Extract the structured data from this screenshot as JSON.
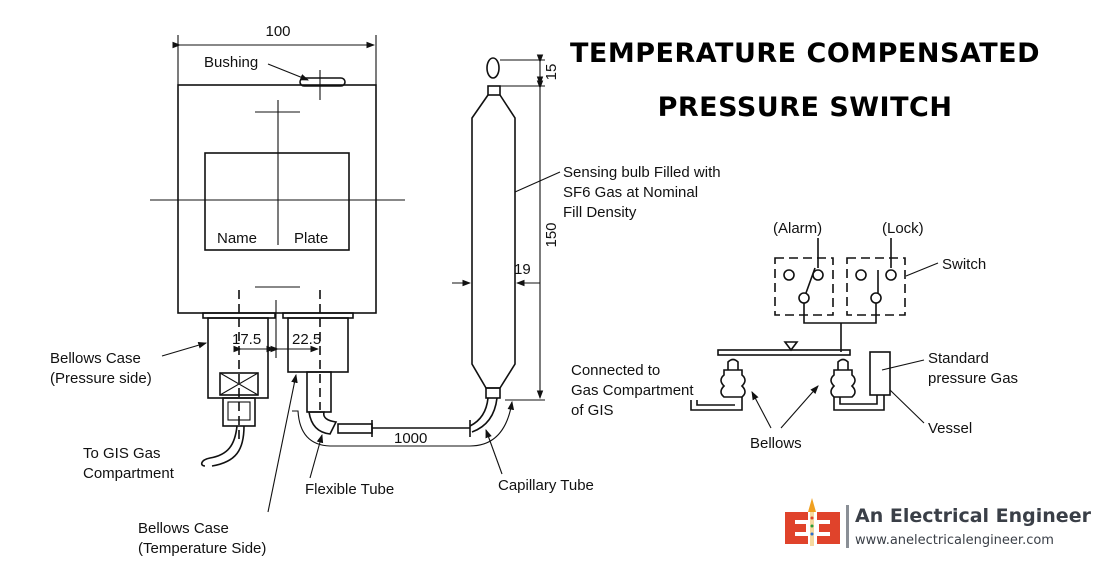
{
  "title": {
    "line1": "TEMPERATURE COMPENSATED",
    "line2": "PRESSURE SWITCH"
  },
  "dimensions": {
    "width": "100",
    "left_offset": "17.5",
    "right_offset": "22.5",
    "tube_length": "1000",
    "bulb_top": "15",
    "bulb_length": "150",
    "bulb_diameter": "19"
  },
  "labels": {
    "bushing": "Bushing",
    "name": "Name",
    "plate": "Plate",
    "bellows_case_pressure_1": "Bellows Case",
    "bellows_case_pressure_2": "(Pressure side)",
    "to_gis_1": "To GIS Gas",
    "to_gis_2": "Compartment",
    "flexible_tube": "Flexible Tube",
    "capillary_tube": "Capillary Tube",
    "bellows_case_temp_1": "Bellows Case",
    "bellows_case_temp_2": "(Temperature Side)",
    "sensing_1": "Sensing bulb Filled with",
    "sensing_2": "SF6 Gas at Nominal",
    "sensing_3": "Fill Density"
  },
  "schematic": {
    "alarm": "(Alarm)",
    "lock": "(Lock)",
    "switch": "Switch",
    "connected_1": "Connected to",
    "connected_2": "Gas Compartment",
    "connected_3": "of GIS",
    "standard_1": "Standard",
    "standard_2": "pressure Gas",
    "vessel": "Vessel",
    "bellows": "Bellows"
  },
  "brand": {
    "name": "An Electrical Engineer",
    "url": "www.anelectricalengineer.com",
    "accent": "#e0432b"
  }
}
